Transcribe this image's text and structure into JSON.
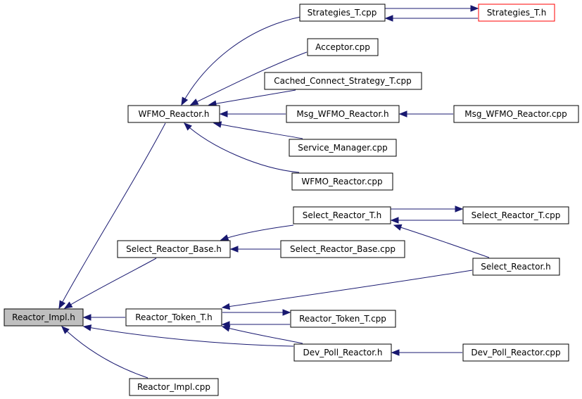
{
  "colors": {
    "edge": "#191970",
    "current_fill": "#bfbfbf",
    "truncated_border": "#ff0000"
  },
  "nodes": {
    "reactor_impl_h": "Reactor_Impl.h",
    "wfmo_reactor_h": "WFMO_Reactor.h",
    "select_reactor_base_h": "Select_Reactor_Base.h",
    "reactor_token_t_h": "Reactor_Token_T.h",
    "reactor_impl_cpp": "Reactor_Impl.cpp",
    "strategies_t_cpp": "Strategies_T.cpp",
    "strategies_t_h": "Strategies_T.h",
    "acceptor_cpp": "Acceptor.cpp",
    "cached_connect_strategy_t_cpp": "Cached_Connect_Strategy_T.cpp",
    "msg_wfmo_reactor_h": "Msg_WFMO_Reactor.h",
    "msg_wfmo_reactor_cpp": "Msg_WFMO_Reactor.cpp",
    "service_manager_cpp": "Service_Manager.cpp",
    "wfmo_reactor_cpp": "WFMO_Reactor.cpp",
    "select_reactor_t_h": "Select_Reactor_T.h",
    "select_reactor_t_cpp": "Select_Reactor_T.cpp",
    "select_reactor_base_cpp": "Select_Reactor_Base.cpp",
    "select_reactor_h": "Select_Reactor.h",
    "reactor_token_t_cpp": "Reactor_Token_T.cpp",
    "dev_poll_reactor_h": "Dev_Poll_Reactor.h",
    "dev_poll_reactor_cpp": "Dev_Poll_Reactor.cpp"
  }
}
